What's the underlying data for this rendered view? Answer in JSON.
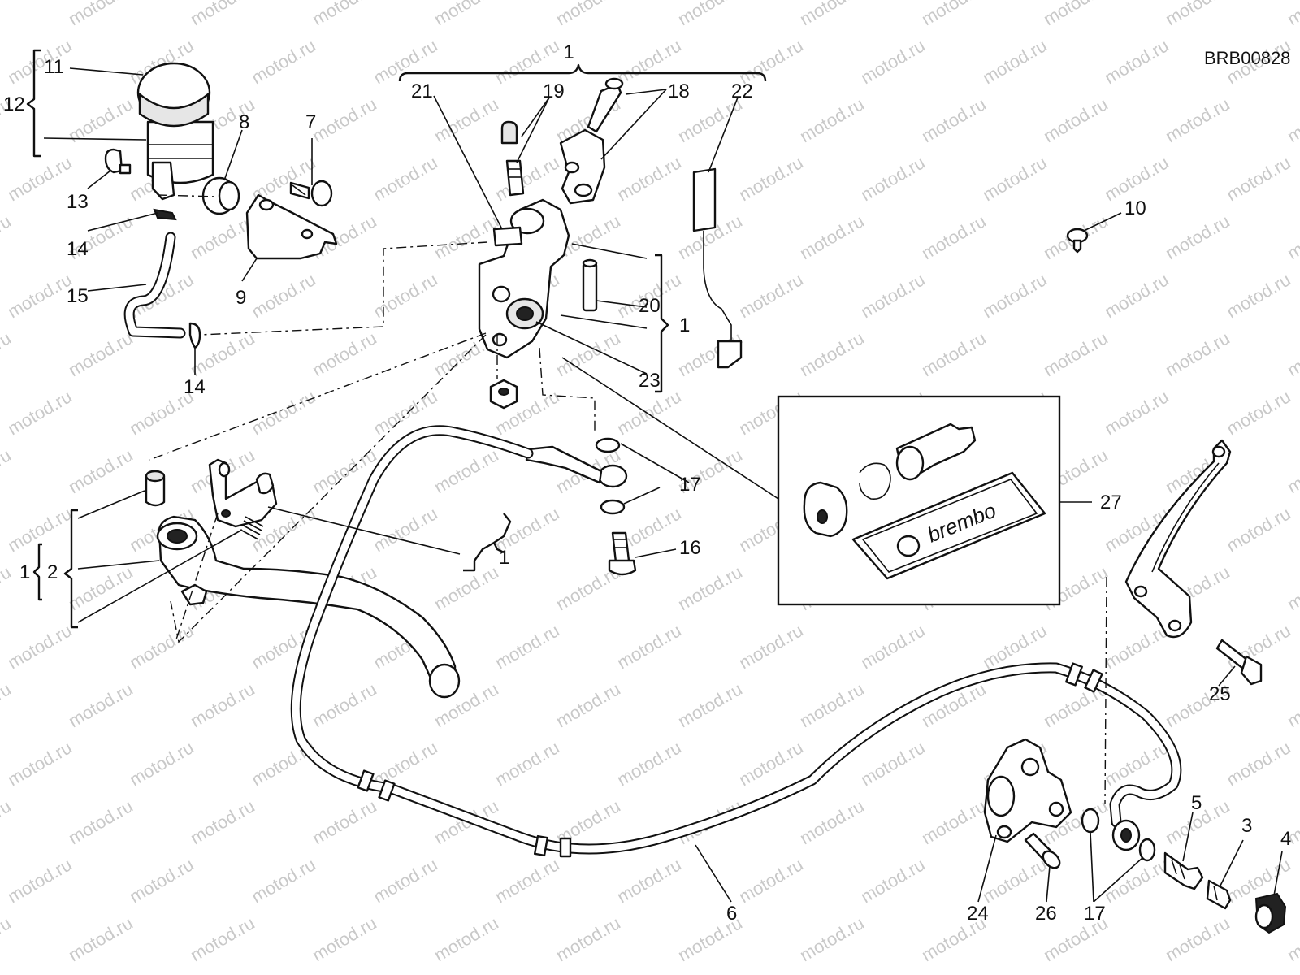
{
  "diagram_code": "BRB00828",
  "watermark_text": "motod.ru",
  "kit_brand": "brembo",
  "colors": {
    "line": "#111111",
    "watermark": "#c9c9c9",
    "background": "#ffffff"
  },
  "callouts": [
    {
      "id": "c1-top",
      "label": "1"
    },
    {
      "id": "c1-right",
      "label": "1"
    },
    {
      "id": "c1-mid",
      "label": "1"
    },
    {
      "id": "c1-left",
      "label": "1"
    },
    {
      "id": "c2",
      "label": "2"
    },
    {
      "id": "c3",
      "label": "3"
    },
    {
      "id": "c4",
      "label": "4"
    },
    {
      "id": "c5",
      "label": "5"
    },
    {
      "id": "c6",
      "label": "6"
    },
    {
      "id": "c7",
      "label": "7"
    },
    {
      "id": "c8",
      "label": "8"
    },
    {
      "id": "c9",
      "label": "9"
    },
    {
      "id": "c10",
      "label": "10"
    },
    {
      "id": "c11",
      "label": "11"
    },
    {
      "id": "c12",
      "label": "12"
    },
    {
      "id": "c13",
      "label": "13"
    },
    {
      "id": "c14a",
      "label": "14"
    },
    {
      "id": "c14b",
      "label": "14"
    },
    {
      "id": "c15",
      "label": "15"
    },
    {
      "id": "c16",
      "label": "16"
    },
    {
      "id": "c17a",
      "label": "17"
    },
    {
      "id": "c17b",
      "label": "17"
    },
    {
      "id": "c18",
      "label": "18"
    },
    {
      "id": "c19",
      "label": "19"
    },
    {
      "id": "c20",
      "label": "20"
    },
    {
      "id": "c21",
      "label": "21"
    },
    {
      "id": "c22",
      "label": "22"
    },
    {
      "id": "c23",
      "label": "23"
    },
    {
      "id": "c24",
      "label": "24"
    },
    {
      "id": "c25",
      "label": "25"
    },
    {
      "id": "c26",
      "label": "26"
    },
    {
      "id": "c27",
      "label": "27"
    }
  ]
}
